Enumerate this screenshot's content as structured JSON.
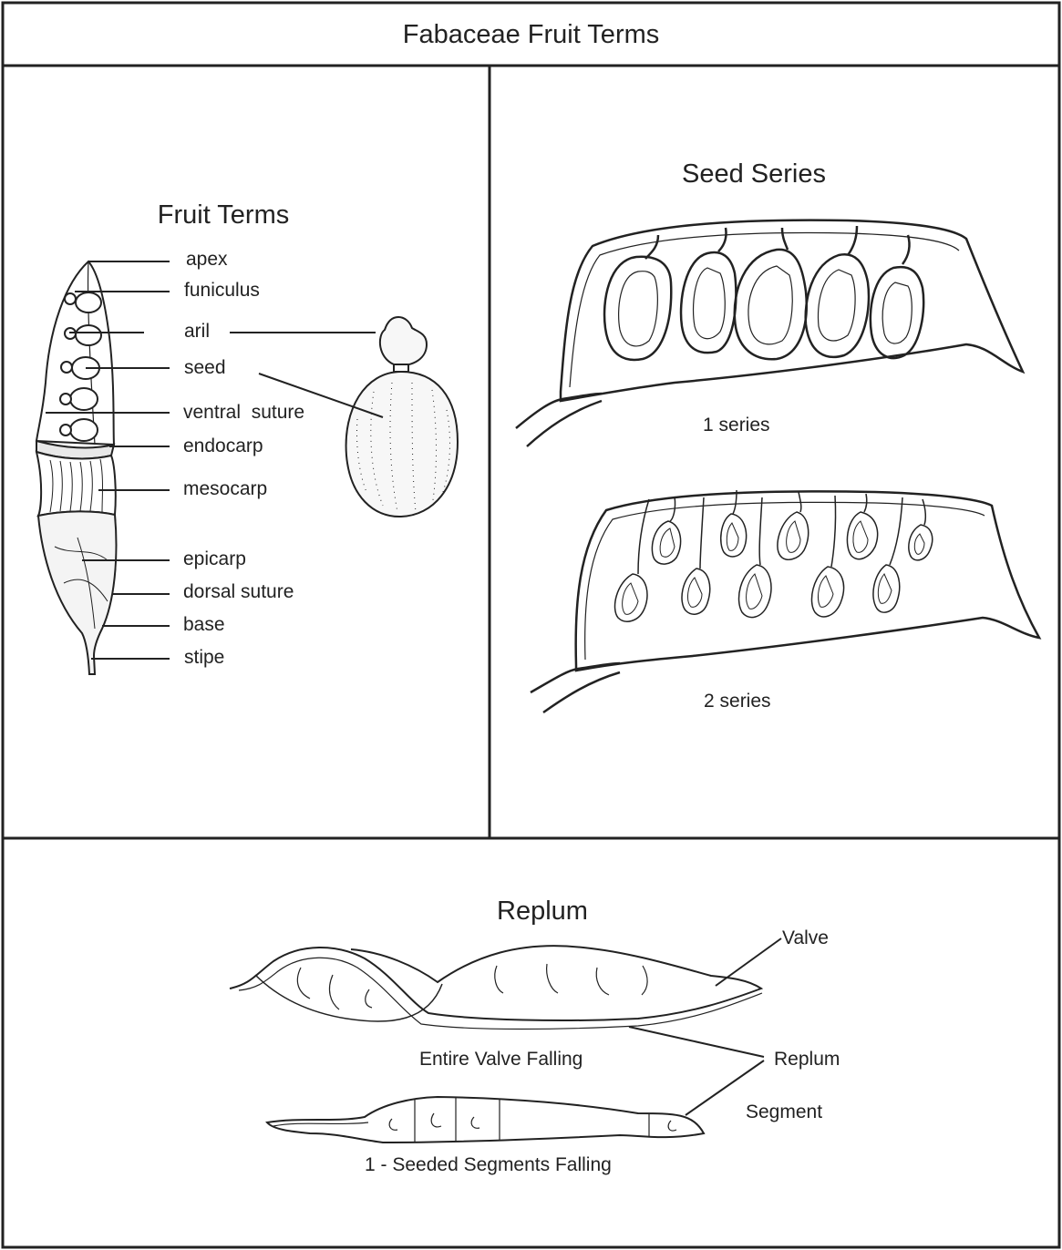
{
  "title": "Fabaceae Fruit Terms",
  "fruit_terms": {
    "heading": "Fruit Terms",
    "labels": [
      "apex",
      "funiculus",
      "aril",
      "seed",
      "ventral  suture",
      "endocarp",
      "mesocarp",
      "epicarp",
      "dorsal suture",
      "base",
      "stipe"
    ]
  },
  "seed_series": {
    "heading": "Seed Series",
    "captions": [
      "1 series",
      "2 series"
    ]
  },
  "replum": {
    "heading": "Replum",
    "labels": [
      "Valve",
      "Replum",
      "Segment"
    ],
    "captions": [
      "Entire Valve Falling",
      "1 - Seeded Segments Falling"
    ]
  }
}
